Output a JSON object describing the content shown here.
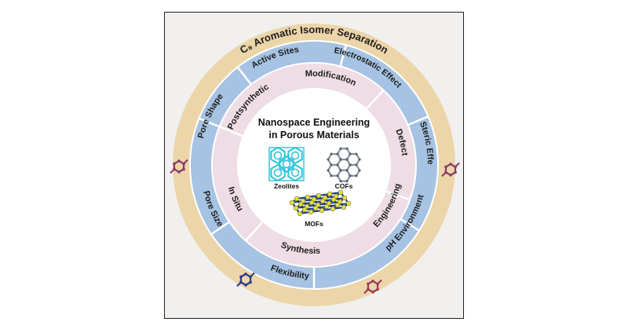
{
  "outer_title": "C₈ Aromatic Isomer Separation",
  "blue_ring": [
    "Active Sites",
    "Electrostatic Effect",
    "Steric Effect",
    "pH Environment",
    "Flexibility",
    "Pore Size",
    "Pore Shape"
  ],
  "pink_ring": [
    "Modification",
    "Postsynthetic",
    "Defect",
    "Engineering",
    "Synthesis",
    "In Situ"
  ],
  "center": {
    "title_line1": "Nanospace Engineering",
    "title_line2": "in Porous Materials",
    "materials": [
      "Zeolites",
      "COFs",
      "MOFs"
    ]
  },
  "colors": {
    "outer_ring": "#ecd5a8",
    "blue_ring": "#a6c3e3",
    "pink_ring": "#efdde5",
    "center": "#ffffff",
    "zeolite": "#2ec4d8",
    "cof": "#8c93a0",
    "mof_node": "#e3e04a",
    "mof_link": "#1f3a7a"
  }
}
